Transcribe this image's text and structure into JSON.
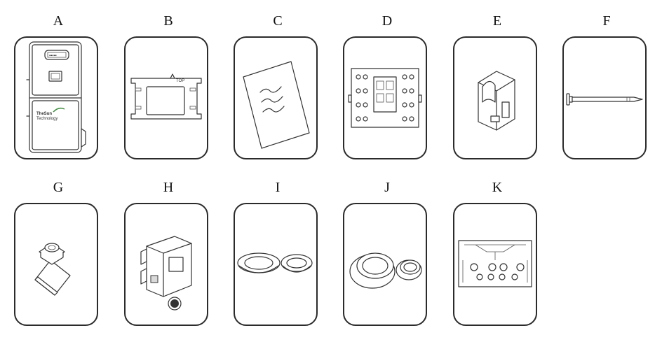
{
  "items": [
    {
      "letter": "A",
      "icon": "inverter-unit-icon"
    },
    {
      "letter": "B",
      "icon": "mounting-bracket-icon"
    },
    {
      "letter": "C",
      "icon": "document-sheet-icon"
    },
    {
      "letter": "D",
      "icon": "terminal-block-meter-icon"
    },
    {
      "letter": "E",
      "icon": "current-clamp-sensor-icon"
    },
    {
      "letter": "F",
      "icon": "expansion-bolt-icon"
    },
    {
      "letter": "G",
      "icon": "cable-gland-plug-icon"
    },
    {
      "letter": "H",
      "icon": "connector-module-icon"
    },
    {
      "letter": "I",
      "icon": "rubber-grommets-icon"
    },
    {
      "letter": "J",
      "icon": "waterproof-rings-icon"
    },
    {
      "letter": "K",
      "icon": "wiring-panel-diagram-icon"
    }
  ],
  "labels": {
    "b_top": "TOP",
    "a_brand": "TheSun",
    "a_brand_sub": "Technology"
  }
}
